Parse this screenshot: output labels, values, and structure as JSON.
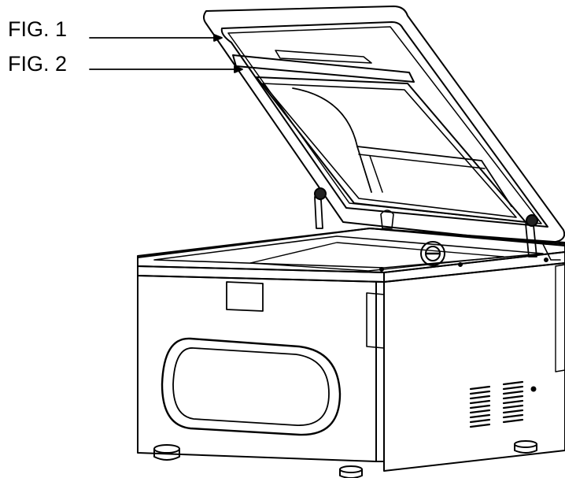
{
  "callouts": [
    {
      "label": "FIG. 1",
      "target": "lid-gasket"
    },
    {
      "label": "FIG. 2",
      "target": "sealing-bar"
    }
  ],
  "colors": {
    "ink": "#000000",
    "paper": "#ffffff"
  }
}
